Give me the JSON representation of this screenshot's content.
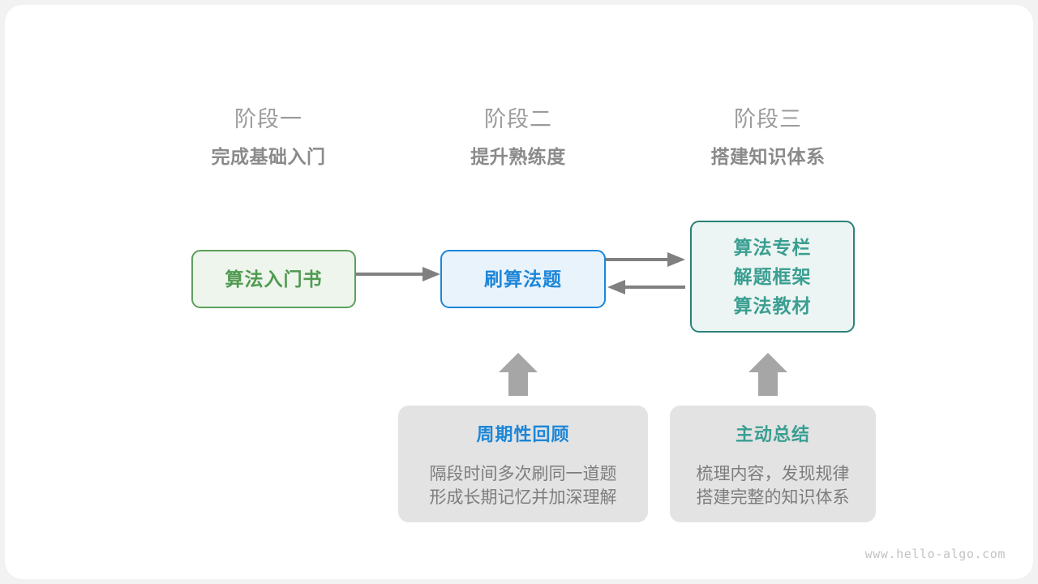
{
  "canvas": {
    "background": "#f2f2f2",
    "sheet_background": "#ffffff"
  },
  "stages": [
    {
      "label": "阶段一",
      "title": "完成基础入门"
    },
    {
      "label": "阶段二",
      "title": "提升熟练度"
    },
    {
      "label": "阶段三",
      "title": "搭建知识体系"
    }
  ],
  "nodes": {
    "book": {
      "lines": [
        "算法入门书"
      ],
      "fill": "#edf5ec",
      "border": "#5da05d",
      "text_color": "#4f9a50"
    },
    "practice": {
      "lines": [
        "刷算法题"
      ],
      "fill": "#e8f3fc",
      "border": "#1c86d8",
      "text_color": "#1c86d8"
    },
    "resources": {
      "lines": [
        "算法专栏",
        "解题框架",
        "算法教材"
      ],
      "fill": "#ecf5f3",
      "border": "#2b8279",
      "text_color": "#3a9e91"
    }
  },
  "tips": [
    {
      "title": "周期性回顾",
      "title_color": "#1c86d8",
      "body_lines": [
        "隔段时间多次刷同一道题",
        "形成长期记忆并加深理解"
      ],
      "fill": "#e3e3e3"
    },
    {
      "title": "主动总结",
      "title_color": "#3a9e91",
      "body_lines": [
        "梳理内容，发现规律",
        "搭建完整的知识体系"
      ],
      "fill": "#e3e3e3"
    }
  ],
  "arrows": {
    "color": "#808080",
    "items": [
      {
        "name": "book-to-practice",
        "direction": "right"
      },
      {
        "name": "practice-to-resources",
        "direction": "right"
      },
      {
        "name": "resources-to-practice",
        "direction": "left"
      },
      {
        "name": "review-to-practice",
        "direction": "up"
      },
      {
        "name": "summary-to-resources",
        "direction": "up"
      }
    ]
  },
  "watermark": "www.hello-algo.com"
}
